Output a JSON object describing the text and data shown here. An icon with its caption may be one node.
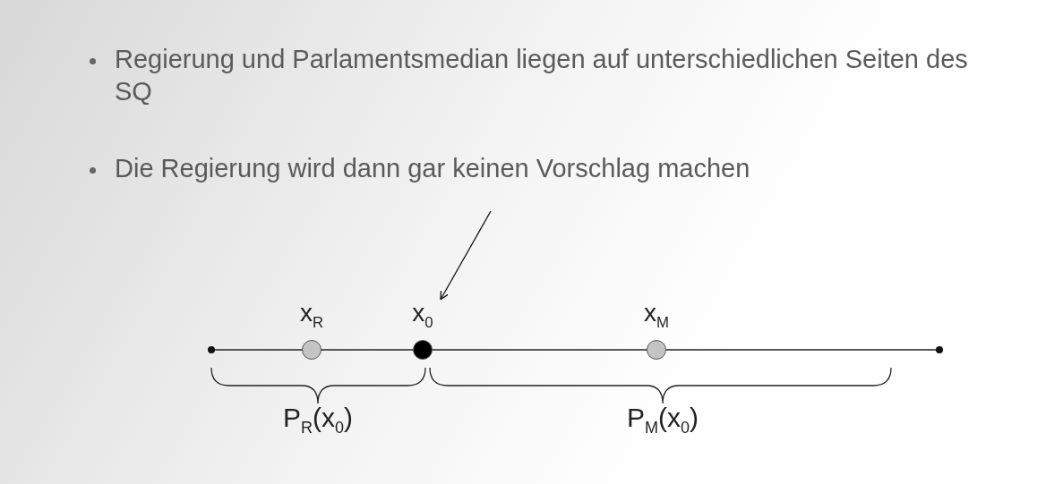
{
  "diagram": {
    "nodes": [
      {
        "text": [
          "x$_{R}$"
        ]
      },
      {
        "text": [
          "x$_{0}$"
        ]
      },
      {
        "text": [
          "x$_{M}$"
        ]
      }
    ],
    "edges": [
      {
        "from": null,
        "to": 1,
        "arrow": "to"
      }
    ],
    "labels": [
      "Regierung und Parlamentsmedian liegen auf unterschiedlichen Seiten des SQ",
      "Die Regierung wird dann gar keinen Vorschlag machen",
      "P$_{R}$(x$_{0}$)",
      "P$_{M}$(x$_{0}$)"
    ]
  }
}
